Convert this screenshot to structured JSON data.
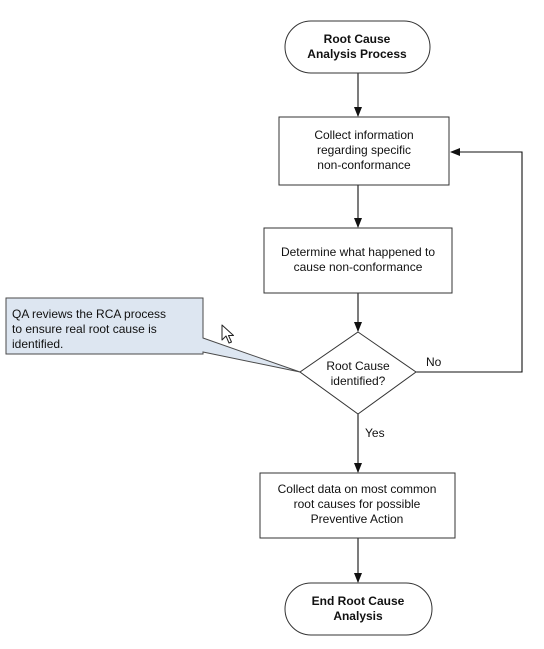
{
  "diagram": {
    "type": "flowchart",
    "nodes": {
      "start": {
        "shape": "terminator",
        "lines": [
          "Root Cause",
          "Analysis Process"
        ]
      },
      "collect_info": {
        "shape": "process",
        "lines": [
          "Collect information",
          "regarding specific",
          "non-conformance"
        ]
      },
      "determine": {
        "shape": "process",
        "lines": [
          "Determine what happened to",
          "cause non-conformance"
        ]
      },
      "decision": {
        "shape": "decision",
        "lines": [
          "Root Cause",
          "identified?"
        ]
      },
      "collect_data": {
        "shape": "process",
        "lines": [
          "Collect data on most common",
          "root causes for possible",
          "Preventive Action"
        ]
      },
      "end": {
        "shape": "terminator",
        "lines": [
          "End Root Cause",
          "Analysis"
        ]
      }
    },
    "callout": {
      "lines": [
        "QA reviews the RCA process",
        "to ensure real root cause is",
        "identified."
      ],
      "fill_color": "#dde6f1"
    },
    "edge_labels": {
      "no": "No",
      "yes": "Yes"
    },
    "edges": [
      {
        "from": "start",
        "to": "collect_info"
      },
      {
        "from": "collect_info",
        "to": "determine"
      },
      {
        "from": "determine",
        "to": "decision"
      },
      {
        "from": "decision",
        "to": "collect_info",
        "label": "No"
      },
      {
        "from": "decision",
        "to": "collect_data",
        "label": "Yes"
      },
      {
        "from": "collect_data",
        "to": "end"
      }
    ],
    "cursor_icon": "mouse-pointer-icon"
  }
}
